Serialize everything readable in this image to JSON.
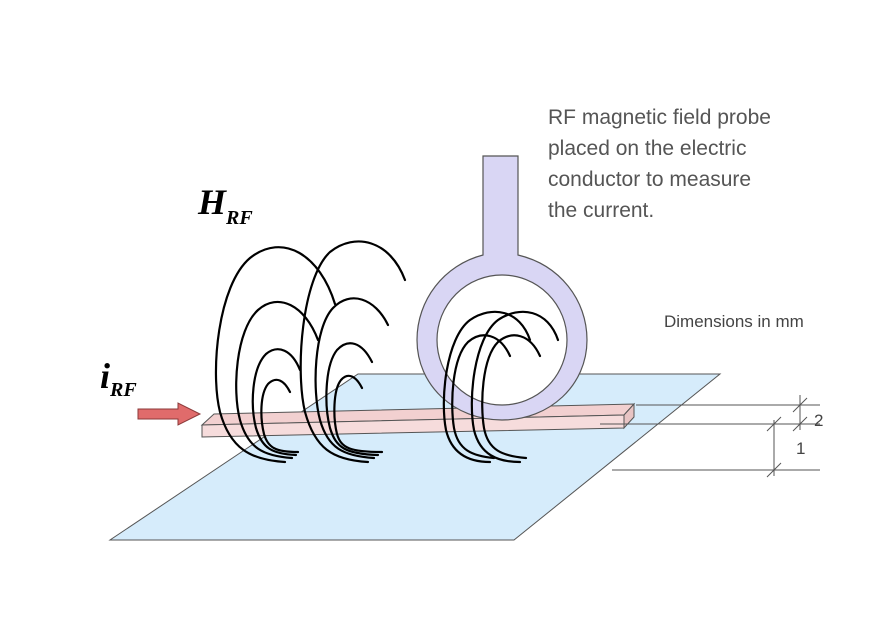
{
  "labels": {
    "h_symbol": "H",
    "h_subscript": "RF",
    "i_symbol": "i",
    "i_subscript": "RF",
    "probe_caption": [
      "RF magnetic field probe",
      "placed on the electric",
      "conductor to measure",
      "the current."
    ],
    "dimensions_note": "Dimensions in mm",
    "dim_conductor_thickness": "2",
    "dim_conductor_height": "1"
  },
  "colors": {
    "ground_plane": "#d6ecfb",
    "conductor": "#f6dcdc",
    "probe": "#d9d6f4",
    "arrow": "#e06b6b",
    "field_lines": "#000000"
  },
  "icons": {
    "current_arrow": "right-arrow-icon"
  }
}
